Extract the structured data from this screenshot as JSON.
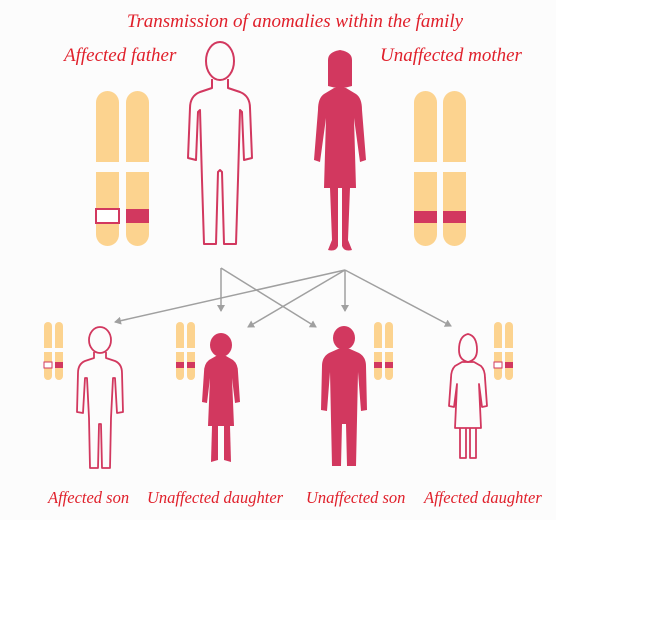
{
  "colors": {
    "label_red": "#e0202b",
    "affected_crimson": "#d2385f",
    "chromosome": "#fcd38f",
    "arrow_gray": "#a0a0a0"
  },
  "title": "Transmission of anomalies within the family",
  "parents": {
    "father": {
      "label": "Affected father",
      "affected_outline_figure": true,
      "chromosome_bands": [
        "open",
        "filled"
      ]
    },
    "mother": {
      "label": "Unaffected mother",
      "solid_figure": true,
      "chromosome_bands": [
        "filled",
        "filled"
      ]
    }
  },
  "children": [
    {
      "label": "Affected son",
      "figure": "male-outline",
      "chromosome_bands": [
        "open",
        "filled"
      ]
    },
    {
      "label": "Unaffected daughter",
      "figure": "female-solid",
      "chromosome_bands": [
        "filled",
        "filled"
      ]
    },
    {
      "label": "Unaffected son",
      "figure": "male-solid",
      "chromosome_bands": [
        "filled",
        "filled"
      ]
    },
    {
      "label": "Affected daughter",
      "figure": "female-outline",
      "chromosome_bands": [
        "open",
        "filled"
      ]
    }
  ]
}
